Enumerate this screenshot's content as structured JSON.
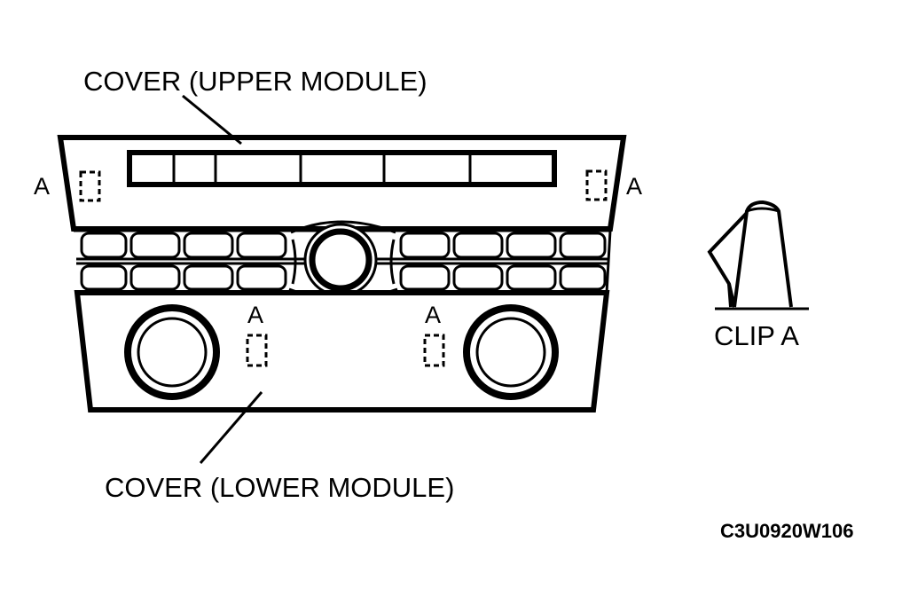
{
  "labels": {
    "upper_cover": "COVER (UPPER MODULE)",
    "lower_cover": "COVER (LOWER MODULE)",
    "clip": "CLIP A",
    "clip_marker": "A",
    "figure_code": "C3U0920W106"
  },
  "colors": {
    "ink": "#000000",
    "paper": "#ffffff"
  }
}
